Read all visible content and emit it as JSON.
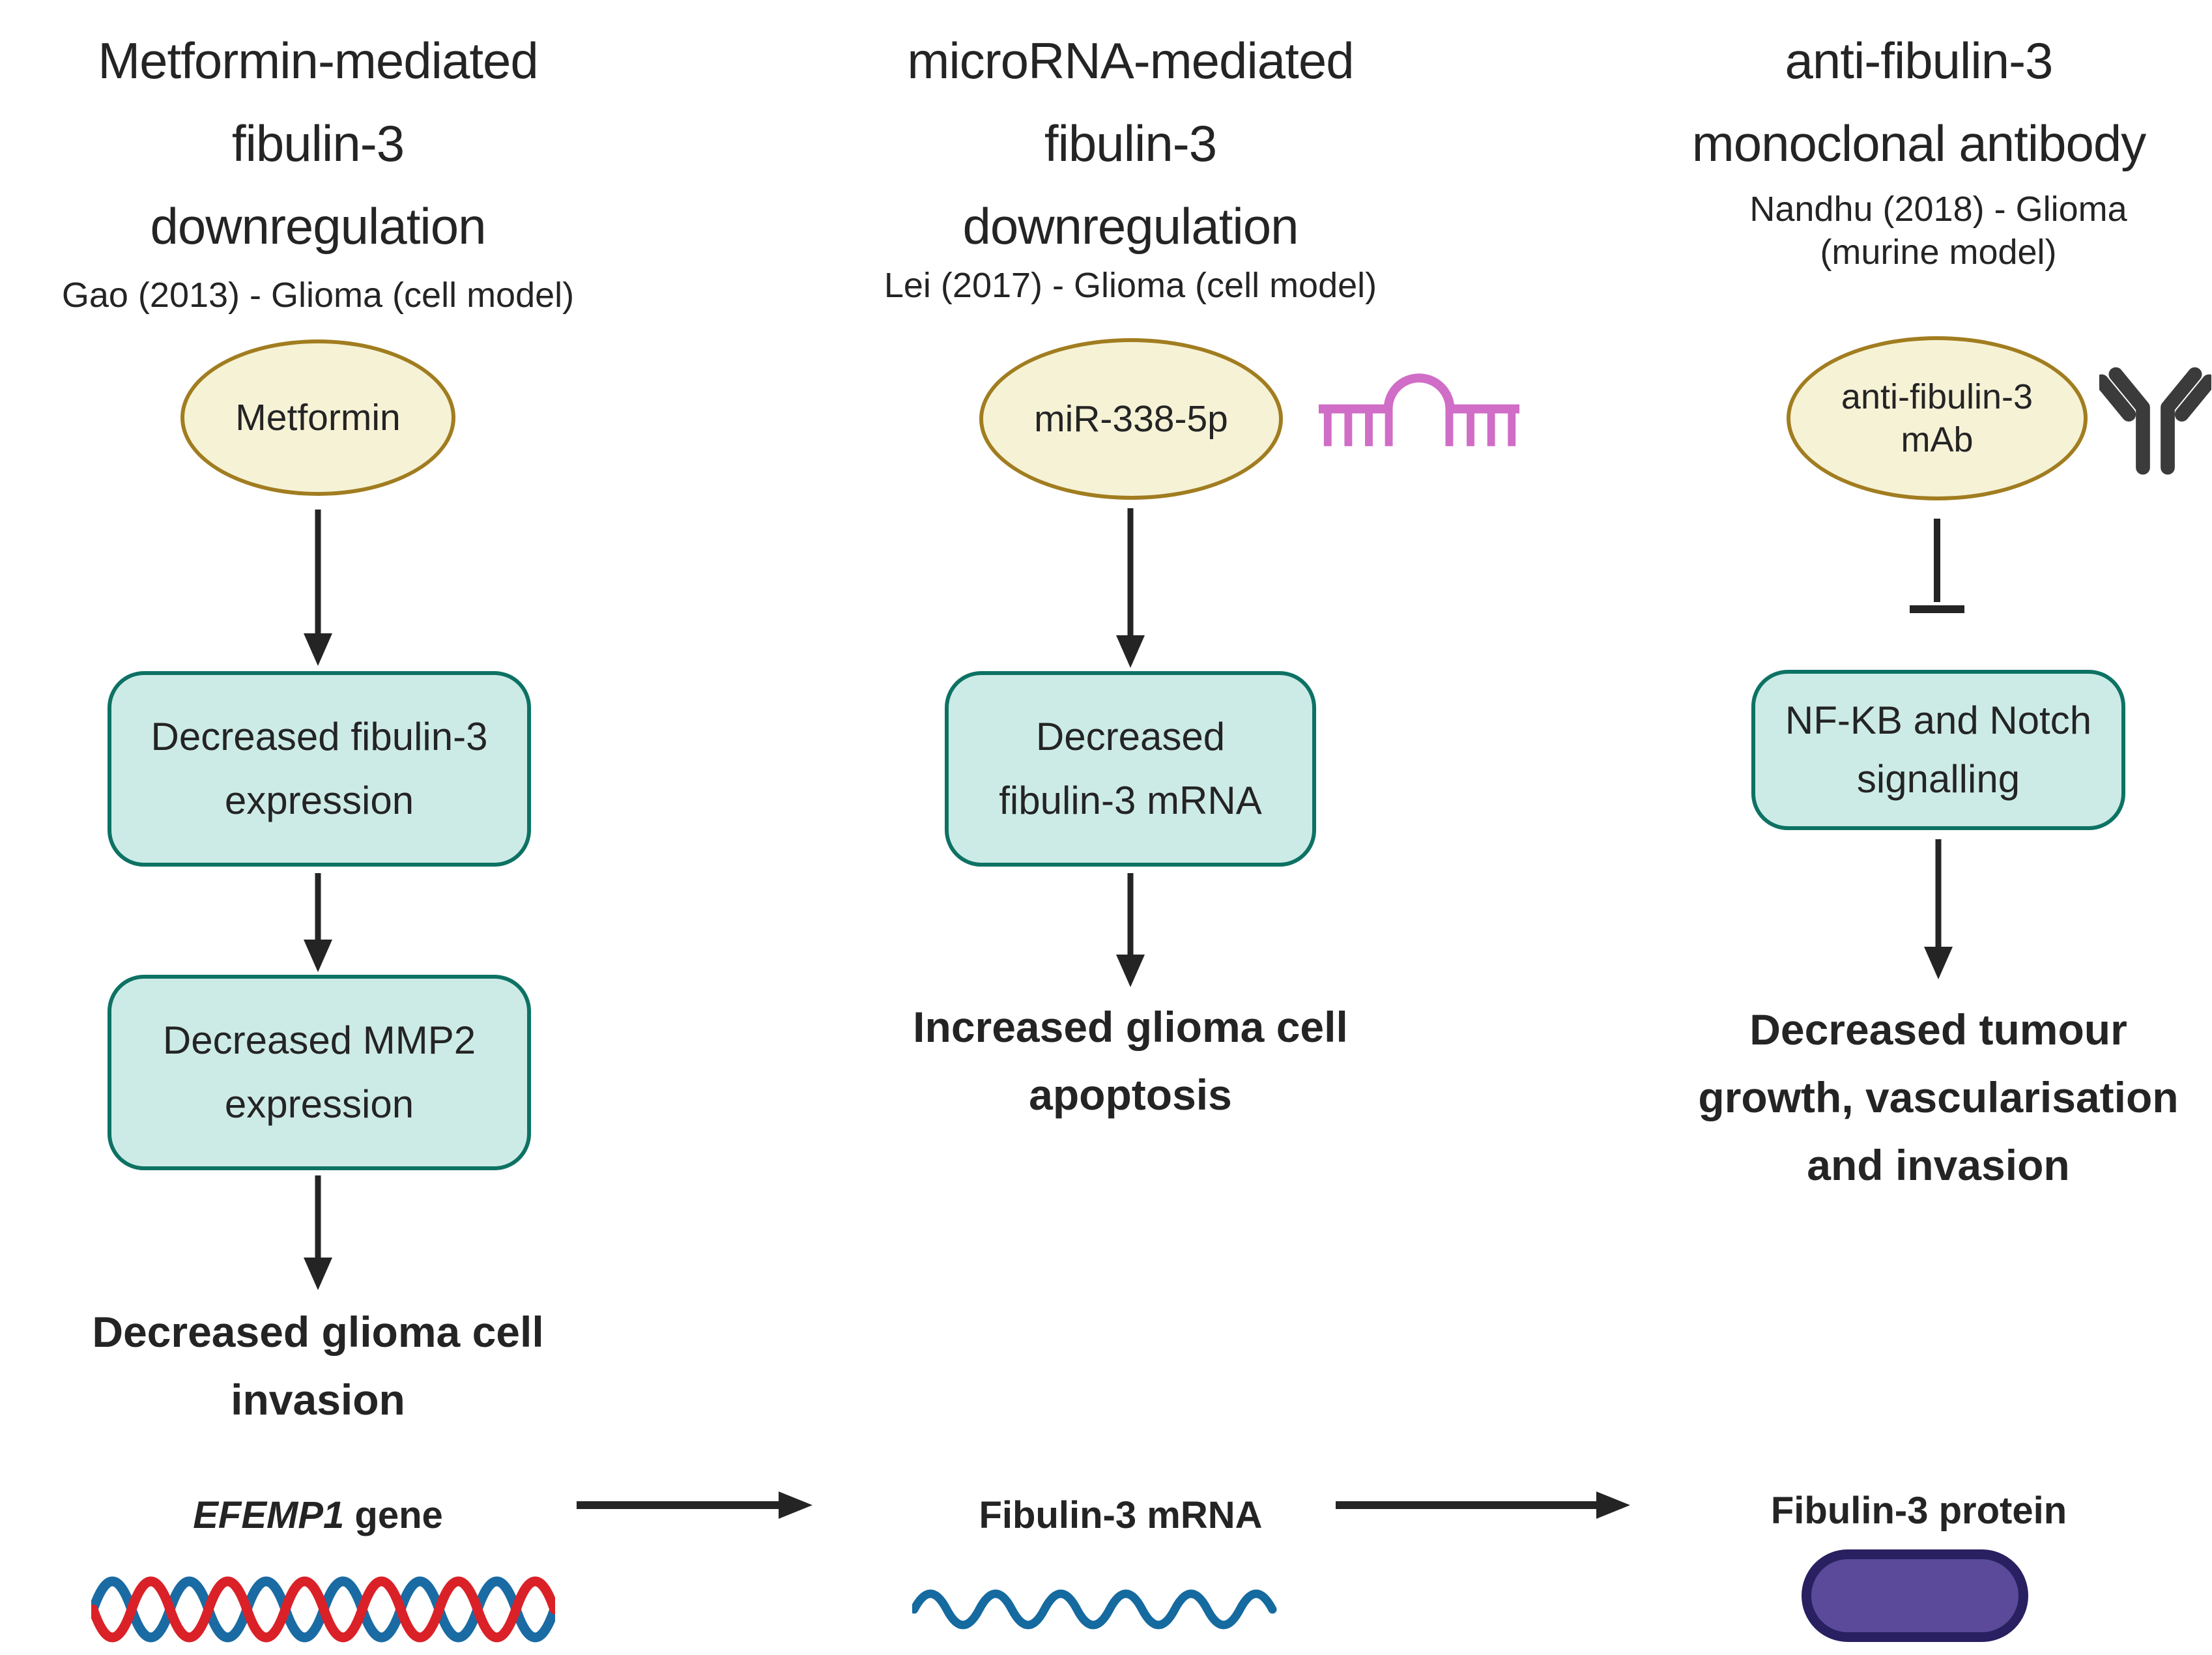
{
  "figure": {
    "columns": [
      {
        "title": "Metformin-mediated\nfibulin-3\ndownregulation",
        "subtitle": "Gao (2013) - Glioma (cell model)",
        "agent": "Metformin",
        "steps": [
          "Decreased fibulin-3\nexpression",
          "Decreased MMP2\nexpression"
        ],
        "outcome": "Decreased glioma cell\ninvasion"
      },
      {
        "title": "microRNA-mediated\nfibulin-3\ndownregulation",
        "subtitle": "Lei (2017) - Glioma (cell model)",
        "agent": "miR-338-5p",
        "steps": [
          "Decreased\nfibulin-3 mRNA"
        ],
        "outcome": "Increased glioma cell\napoptosis"
      },
      {
        "title": "anti-fibulin-3\nmonoclonal antibody",
        "subtitle": "Nandhu (2018) - Glioma\n(murine model)",
        "agent": "anti-fibulin-3\nmAb",
        "steps": [
          "NF-KB and Notch\nsignalling"
        ],
        "outcome": "Decreased tumour\ngrowth, vascularisation\nand invasion"
      }
    ],
    "central_dogma": {
      "gene_italic": "EFEMP1",
      "gene_suffix": " gene",
      "mrna": "Fibulin-3 mRNA",
      "protein": "Fibulin-3 protein"
    },
    "icons": {
      "mirna": "mirna-hairpin-icon",
      "antibody": "antibody-icon",
      "inhibition": "inhibition-tbar-icon",
      "dna": "dna-helix-icon",
      "mrna_wave": "mrna-wave-icon",
      "protein_pill": "protein-pill-icon"
    },
    "colors": {
      "ink": "#242424",
      "node_fill": "#f6f2d6",
      "node_stroke": "#a17d20",
      "box_fill": "#cdebe6",
      "box_stroke": "#0d7264",
      "mirna_pink": "#d06dc6",
      "antibody_gray": "#3b3b3b",
      "dna_red": "#da2128",
      "dna_blue": "#1a6ba3",
      "mrna_blue": "#156a9f",
      "protein_fill": "#5a4a99",
      "protein_stroke": "#282060"
    }
  }
}
